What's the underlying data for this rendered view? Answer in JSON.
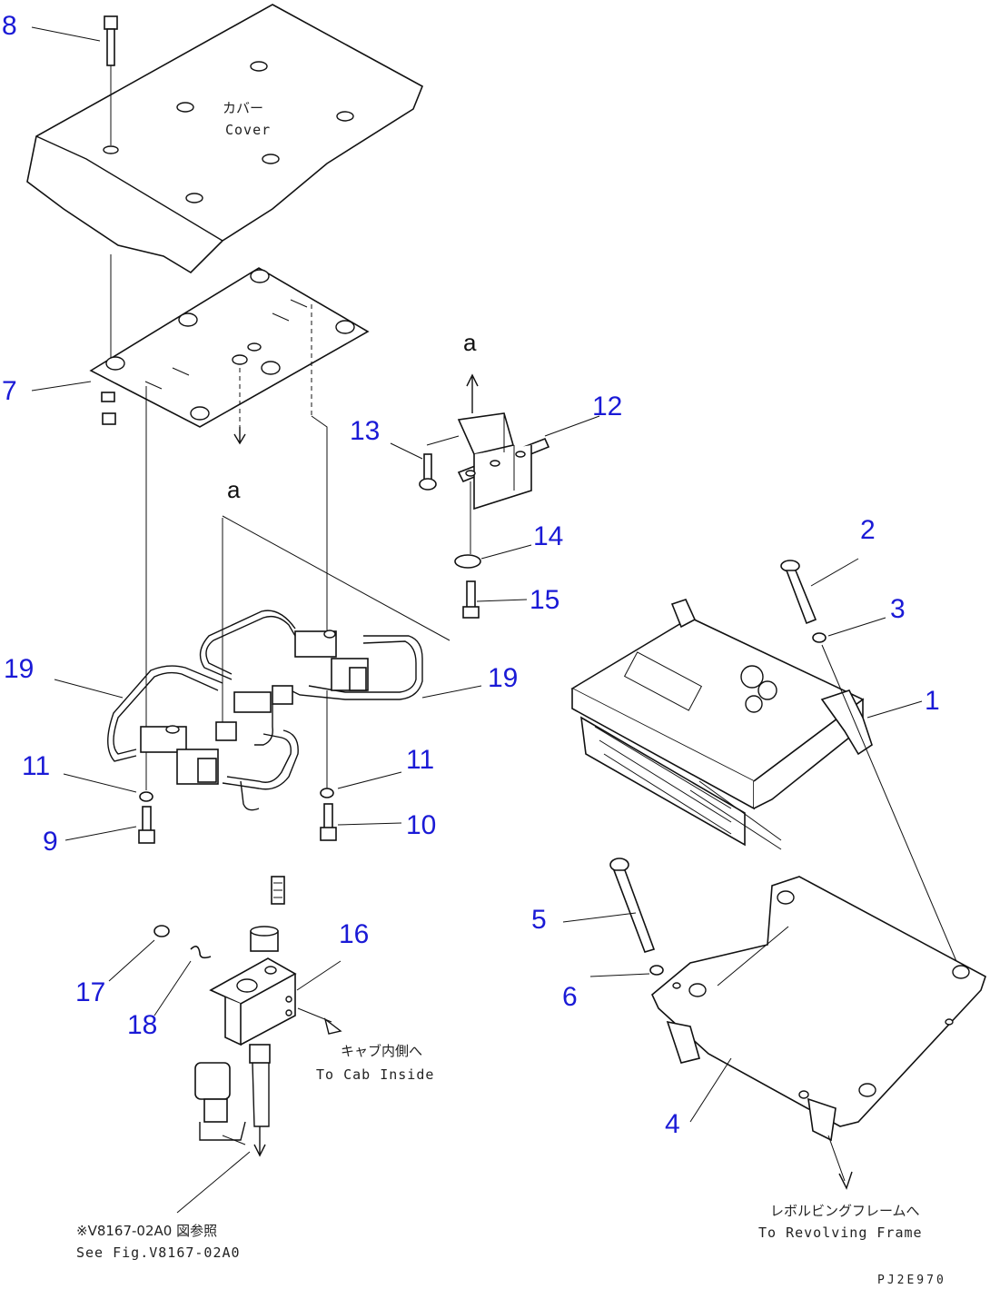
{
  "callouts": [
    "8",
    "7",
    "13",
    "12",
    "14",
    "15",
    "2",
    "3",
    "1",
    "19",
    "19",
    "11",
    "11",
    "9",
    "10",
    "16",
    "5",
    "6",
    "17",
    "18",
    "4"
  ],
  "ref_letters": [
    "a",
    "a"
  ],
  "labels": {
    "cover_jp": "カバー",
    "cover_en": "Cover",
    "cab_jp": "キャブ内側へ",
    "cab_en": "To Cab Inside",
    "frame_jp": "レボルビングフレームへ",
    "frame_en": "To Revolving Frame",
    "see_fig_jp": "※V8167-02A0 図参照",
    "see_fig_en": "See Fig.V8167-02A0",
    "drawing_code": "PJ2E970"
  },
  "colors": {
    "callout": "#1a1ad6",
    "line": "#111111"
  }
}
